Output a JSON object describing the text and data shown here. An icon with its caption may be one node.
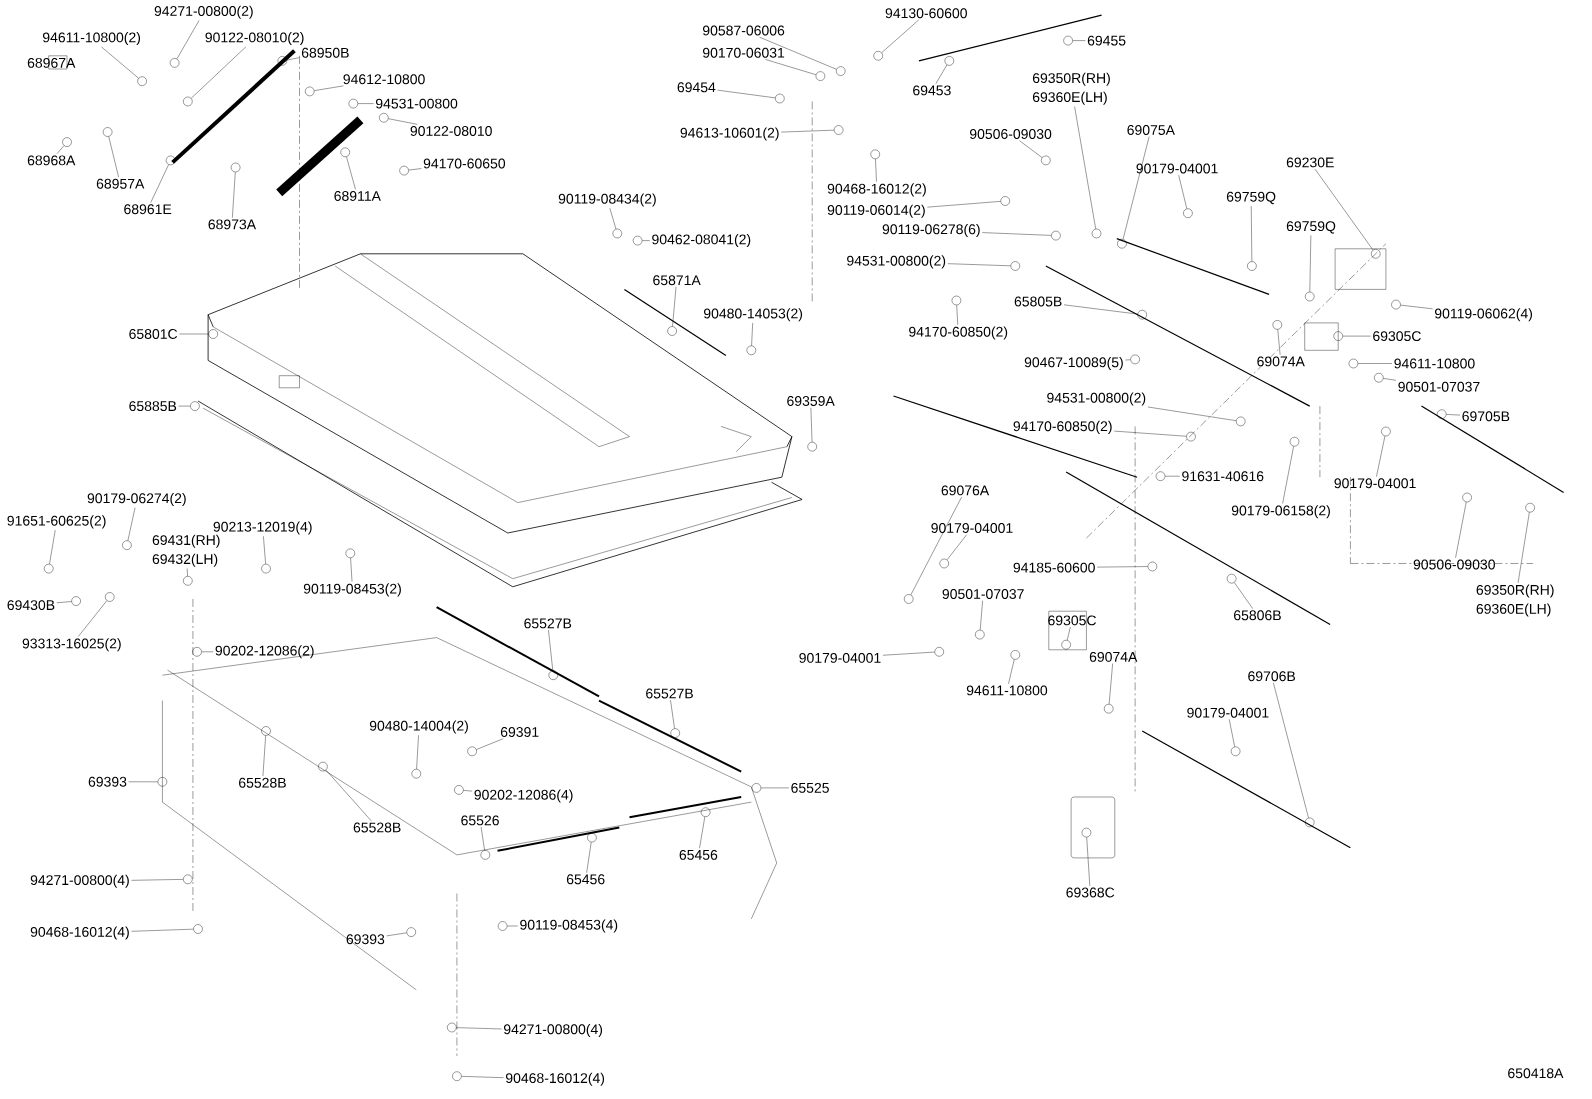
{
  "diagram": {
    "nodes": [
      {
        "text": [
          "94130-60600"
        ]
      },
      {
        "text": [
          "94271-00800(2)"
        ]
      },
      {
        "text": [
          "90587-06006"
        ]
      },
      {
        "text": [
          "94611-10800(2)"
        ]
      },
      {
        "text": [
          "90122-08010(2)"
        ]
      },
      {
        "text": [
          "69455"
        ]
      },
      {
        "text": [
          "68950B"
        ]
      },
      {
        "text": [
          "90170-06031"
        ]
      },
      {
        "text": [
          "94612-10800"
        ]
      },
      {
        "text": [
          "69350R(RH)",
          "69360E(LH)"
        ]
      },
      {
        "text": [
          "69454"
        ]
      },
      {
        "text": [
          "69453"
        ]
      },
      {
        "text": [
          "94531-00800"
        ]
      },
      {
        "text": [
          "69075A"
        ]
      },
      {
        "text": [
          "90122-08010"
        ]
      },
      {
        "text": [
          "94613-10601(2)"
        ]
      },
      {
        "text": [
          "90506-09030"
        ]
      },
      {
        "text": [
          "68968A"
        ]
      },
      {
        "text": [
          "69230E"
        ]
      },
      {
        "text": [
          "94170-60650"
        ]
      },
      {
        "text": [
          "90179-04001"
        ]
      },
      {
        "text": [
          "68957A"
        ]
      },
      {
        "text": [
          "90468-16012(2)"
        ]
      },
      {
        "text": [
          "68911A"
        ]
      },
      {
        "text": [
          "69759Q"
        ]
      },
      {
        "text": [
          "90119-08434(2)"
        ]
      },
      {
        "text": [
          "68961E"
        ]
      },
      {
        "text": [
          "90119-06014(2)"
        ]
      },
      {
        "text": [
          "68973A"
        ]
      },
      {
        "text": [
          "69759Q"
        ]
      },
      {
        "text": [
          "90119-06278(6)"
        ]
      },
      {
        "text": [
          "90462-08041(2)"
        ]
      },
      {
        "text": [
          "94531-00800(2)"
        ]
      },
      {
        "text": [
          "65871A"
        ]
      },
      {
        "text": [
          "65805B"
        ]
      },
      {
        "text": [
          "90480-14053(2)"
        ]
      },
      {
        "text": [
          "90119-06062(4)"
        ]
      },
      {
        "text": [
          "65801C"
        ]
      },
      {
        "text": [
          "94170-60850(2)"
        ]
      },
      {
        "text": [
          "69305C"
        ]
      },
      {
        "text": [
          "90467-10089(5)"
        ]
      },
      {
        "text": [
          "69074A"
        ]
      },
      {
        "text": [
          "94611-10800"
        ]
      },
      {
        "text": [
          "90501-07037"
        ]
      },
      {
        "text": [
          "69359A"
        ]
      },
      {
        "text": [
          "94531-00800(2)"
        ]
      },
      {
        "text": [
          "65885B"
        ]
      },
      {
        "text": [
          "69705B"
        ]
      },
      {
        "text": [
          "94170-60850(2)"
        ]
      },
      {
        "text": [
          "91631-40616"
        ]
      },
      {
        "text": [
          "90179-04001"
        ]
      },
      {
        "text": [
          "69076A"
        ]
      },
      {
        "text": [
          "90179-06274(2)"
        ]
      },
      {
        "text": [
          "90179-06158(2)"
        ]
      },
      {
        "text": [
          "91651-60625(2)"
        ]
      },
      {
        "text": [
          "90213-12019(4)"
        ]
      },
      {
        "text": [
          "90179-04001"
        ]
      },
      {
        "text": [
          "69431(RH)",
          "69432(LH)"
        ]
      },
      {
        "text": [
          "94185-60600"
        ]
      },
      {
        "text": [
          "90506-09030"
        ]
      },
      {
        "text": [
          "90119-08453(2)"
        ]
      },
      {
        "text": [
          "90501-07037"
        ]
      },
      {
        "text": [
          "69350R(RH)",
          "69360E(LH)"
        ]
      },
      {
        "text": [
          "69430B"
        ]
      },
      {
        "text": [
          "69305C"
        ]
      },
      {
        "text": [
          "65806B"
        ]
      },
      {
        "text": [
          "65527B"
        ]
      },
      {
        "text": [
          "93313-16025(2)"
        ]
      },
      {
        "text": [
          "90202-12086(2)"
        ]
      },
      {
        "text": [
          "90179-04001"
        ]
      },
      {
        "text": [
          "69074A"
        ]
      },
      {
        "text": [
          "69706B"
        ]
      },
      {
        "text": [
          "65527B"
        ]
      },
      {
        "text": [
          "94611-10800"
        ]
      },
      {
        "text": [
          "90179-04001"
        ]
      },
      {
        "text": [
          "90480-14004(2)"
        ]
      },
      {
        "text": [
          "69391"
        ]
      },
      {
        "text": [
          "69393"
        ]
      },
      {
        "text": [
          "65528B"
        ]
      },
      {
        "text": [
          "65525"
        ]
      },
      {
        "text": [
          "90202-12086(4)"
        ]
      },
      {
        "text": [
          "65526"
        ]
      },
      {
        "text": [
          "65528B"
        ]
      },
      {
        "text": [
          "65456"
        ]
      },
      {
        "text": [
          "94271-00800(4)"
        ]
      },
      {
        "text": [
          "65456"
        ]
      },
      {
        "text": [
          "69368C"
        ]
      },
      {
        "text": [
          "90468-16012(4)"
        ]
      },
      {
        "text": [
          "69393"
        ]
      },
      {
        "text": [
          "90119-08453(4)"
        ]
      },
      {
        "text": [
          "94271-00800(4)"
        ]
      },
      {
        "text": [
          "90468-16012(4)"
        ]
      },
      {
        "text": [],
        "shape": "circle"
      },
      {
        "text": [],
        "shape": "circle"
      },
      {
        "text": [],
        "shape": "circle"
      },
      {
        "text": [],
        "shape": "circle"
      },
      {
        "text": [],
        "shape": "circle"
      },
      {
        "text": [],
        "shape": "circle"
      },
      {
        "text": [],
        "shape": "circle"
      },
      {
        "text": [],
        "shape": "circle"
      },
      {
        "text": [],
        "shape": "circle"
      },
      {
        "text": [],
        "shape": "circle"
      },
      {
        "text": [],
        "shape": "circle"
      },
      {
        "text": [],
        "shape": "circle"
      },
      {
        "text": [],
        "shape": "circle"
      },
      {
        "text": [],
        "shape": "circle"
      },
      {
        "text": [],
        "shape": "circle"
      },
      {
        "text": [],
        "shape": "circle"
      },
      {
        "text": [],
        "shape": "circle"
      },
      {
        "text": [],
        "shape": "circle"
      },
      {
        "text": [],
        "shape": "circle"
      },
      {
        "text": [],
        "shape": "circle"
      },
      {
        "text": [],
        "shape": "circle"
      },
      {
        "text": [],
        "shape": "circle"
      },
      {
        "text": [],
        "shape": "circle"
      },
      {
        "text": [],
        "shape": "circle"
      },
      {
        "text": [],
        "shape": "circle"
      },
      {
        "text": [],
        "shape": "circle"
      },
      {
        "text": [],
        "shape": "circle"
      },
      {
        "text": [],
        "shape": "circle"
      },
      {
        "text": [],
        "shape": "circle"
      },
      {
        "text": [],
        "shape": "circle"
      },
      {
        "text": [],
        "shape": "circle"
      },
      {
        "text": [],
        "shape": "circle"
      },
      {
        "text": [],
        "shape": "circle"
      },
      {
        "text": [],
        "shape": "circle"
      },
      {
        "text": [],
        "shape": "circle"
      },
      {
        "text": [],
        "shape": "circle"
      },
      {
        "text": [],
        "shape": "circle"
      },
      {
        "text": [],
        "shape": "circle"
      },
      {
        "text": [],
        "shape": "circle"
      },
      {
        "text": [],
        "shape": "circle"
      },
      {
        "text": [],
        "shape": "circle"
      },
      {
        "text": [],
        "shape": "circle"
      },
      {
        "text": [],
        "shape": "circle"
      },
      {
        "text": [],
        "shape": "circle"
      },
      {
        "text": [],
        "shape": "circle"
      },
      {
        "text": [],
        "shape": "circle"
      },
      {
        "text": [],
        "shape": "circle"
      },
      {
        "text": [],
        "shape": "circle"
      },
      {
        "text": [],
        "shape": "circle"
      },
      {
        "text": [],
        "shape": "circle"
      },
      {
        "text": [],
        "shape": "circle"
      },
      {
        "text": [],
        "shape": "circle"
      },
      {
        "text": [],
        "shape": "circle"
      },
      {
        "text": [],
        "shape": "circle"
      },
      {
        "text": [],
        "shape": "circle"
      },
      {
        "text": [],
        "shape": "circle"
      },
      {
        "text": [],
        "shape": "circle"
      },
      {
        "text": [],
        "shape": "circle"
      },
      {
        "text": [],
        "shape": "circle"
      },
      {
        "text": [],
        "shape": "circle"
      },
      {
        "text": [],
        "shape": "circle"
      },
      {
        "text": [],
        "shape": "circle"
      },
      {
        "text": [],
        "shape": "circle"
      },
      {
        "text": [],
        "shape": "circle"
      },
      {
        "text": [],
        "shape": "circle"
      },
      {
        "text": [],
        "shape": "circle"
      },
      {
        "text": [],
        "shape": "circle"
      },
      {
        "text": [],
        "shape": "circle"
      },
      {
        "text": [],
        "shape": "circle"
      },
      {
        "text": [],
        "shape": "circle"
      },
      {
        "text": [],
        "shape": "circle"
      },
      {
        "text": [],
        "shape": "circle"
      },
      {
        "text": [],
        "shape": "circle"
      },
      {
        "text": [],
        "shape": "circle"
      },
      {
        "text": [],
        "shape": "circle"
      },
      {
        "text": [],
        "shape": "circle"
      },
      {
        "text": [],
        "shape": "circle"
      },
      {
        "text": [],
        "shape": "circle"
      },
      {
        "text": [],
        "shape": "circle"
      },
      {
        "text": [],
        "shape": "circle"
      },
      {
        "text": [],
        "shape": "circle"
      },
      {
        "text": [],
        "shape": "circle"
      },
      {
        "text": [],
        "shape": "circle"
      },
      {
        "text": [],
        "shape": "circle"
      },
      {
        "text": [],
        "shape": "circle"
      },
      {
        "text": [],
        "shape": "circle"
      },
      {
        "text": [],
        "shape": "circle"
      },
      {
        "text": [],
        "shape": "circle"
      },
      {
        "text": [],
        "shape": "circle"
      },
      {
        "text": [],
        "shape": "circle"
      },
      {
        "text": [],
        "shape": "circle"
      },
      {
        "text": [],
        "shape": "circle"
      }
    ],
    "edges": [
      {
        "from": 0,
        "to": 92,
        "arrow": "none"
      },
      {
        "from": 1,
        "to": 93,
        "arrow": "none"
      },
      {
        "from": 2,
        "to": 94,
        "arrow": "none"
      },
      {
        "from": 3,
        "to": 95,
        "arrow": "none"
      },
      {
        "from": 4,
        "to": 96,
        "arrow": "none"
      },
      {
        "from": 5,
        "to": 97,
        "arrow": "none"
      },
      {
        "from": 6,
        "to": 98,
        "arrow": "none"
      },
      {
        "from": 7,
        "to": 99,
        "arrow": "none"
      },
      {
        "from": 8,
        "to": 100,
        "arrow": "none"
      },
      {
        "from": 9,
        "to": 101,
        "arrow": "none"
      },
      {
        "from": 10,
        "to": 102,
        "arrow": "none"
      },
      {
        "from": 11,
        "to": 103,
        "arrow": "none"
      },
      {
        "from": 12,
        "to": 104,
        "arrow": "none"
      },
      {
        "from": 13,
        "to": 105,
        "arrow": "none"
      },
      {
        "from": 14,
        "to": 106,
        "arrow": "none"
      },
      {
        "from": 15,
        "to": 107,
        "arrow": "none"
      },
      {
        "from": 16,
        "to": 108,
        "arrow": "none"
      },
      {
        "from": 17,
        "to": 109,
        "arrow": "none"
      },
      {
        "from": 18,
        "to": 110,
        "arrow": "none"
      },
      {
        "from": 19,
        "to": 111,
        "arrow": "none"
      },
      {
        "from": 20,
        "to": 112,
        "arrow": "none"
      },
      {
        "from": 21,
        "to": 113,
        "arrow": "none"
      },
      {
        "from": 22,
        "to": 114,
        "arrow": "none"
      },
      {
        "from": 23,
        "to": 115,
        "arrow": "none"
      },
      {
        "from": 24,
        "to": 116,
        "arrow": "none"
      },
      {
        "from": 25,
        "to": 117,
        "arrow": "none"
      },
      {
        "from": 26,
        "to": 118,
        "arrow": "none"
      },
      {
        "from": 27,
        "to": 119,
        "arrow": "none"
      },
      {
        "from": 28,
        "to": 120,
        "arrow": "none"
      },
      {
        "from": 29,
        "to": 121,
        "arrow": "none"
      },
      {
        "from": 30,
        "to": 122,
        "arrow": "none"
      },
      {
        "from": 31,
        "to": 123,
        "arrow": "none"
      },
      {
        "from": 32,
        "to": 124,
        "arrow": "none"
      },
      {
        "from": 33,
        "to": 125,
        "arrow": "none"
      },
      {
        "from": 34,
        "to": 126,
        "arrow": "none"
      },
      {
        "from": 35,
        "to": 127,
        "arrow": "none"
      },
      {
        "from": 36,
        "to": 128,
        "arrow": "none"
      },
      {
        "from": 37,
        "to": 129,
        "arrow": "none"
      },
      {
        "from": 38,
        "to": 130,
        "arrow": "none"
      },
      {
        "from": 39,
        "to": 131,
        "arrow": "none"
      },
      {
        "from": 40,
        "to": 132,
        "arrow": "none"
      },
      {
        "from": 41,
        "to": 133,
        "arrow": "none"
      },
      {
        "from": 42,
        "to": 134,
        "arrow": "none"
      },
      {
        "from": 43,
        "to": 135,
        "arrow": "none"
      },
      {
        "from": 44,
        "to": 136,
        "arrow": "none"
      },
      {
        "from": 45,
        "to": 137,
        "arrow": "none"
      },
      {
        "from": 46,
        "to": 138,
        "arrow": "none"
      },
      {
        "from": 47,
        "to": 139,
        "arrow": "none"
      },
      {
        "from": 48,
        "to": 140,
        "arrow": "none"
      },
      {
        "from": 49,
        "to": 141,
        "arrow": "none"
      },
      {
        "from": 50,
        "to": 142,
        "arrow": "none"
      },
      {
        "from": 51,
        "to": 143,
        "arrow": "none"
      },
      {
        "from": 52,
        "to": 144,
        "arrow": "none"
      },
      {
        "from": 53,
        "to": 145,
        "arrow": "none"
      },
      {
        "from": 54,
        "to": 146,
        "arrow": "none"
      },
      {
        "from": 55,
        "to": 147,
        "arrow": "none"
      },
      {
        "from": 56,
        "to": 148,
        "arrow": "none"
      },
      {
        "from": 57,
        "to": 149,
        "arrow": "none"
      },
      {
        "from": 58,
        "to": 150,
        "arrow": "none"
      },
      {
        "from": 59,
        "to": 151,
        "arrow": "none"
      },
      {
        "from": 60,
        "to": 152,
        "arrow": "none"
      },
      {
        "from": 61,
        "to": 153,
        "arrow": "none"
      },
      {
        "from": 62,
        "to": 154,
        "arrow": "none"
      },
      {
        "from": 63,
        "to": 155,
        "arrow": "none"
      },
      {
        "from": 64,
        "to": 156,
        "arrow": "none"
      },
      {
        "from": 65,
        "to": 157,
        "arrow": "none"
      },
      {
        "from": 66,
        "to": 158,
        "arrow": "none"
      },
      {
        "from": 67,
        "to": 159,
        "arrow": "none"
      },
      {
        "from": 68,
        "to": 160,
        "arrow": "none"
      },
      {
        "from": 69,
        "to": 161,
        "arrow": "none"
      },
      {
        "from": 70,
        "to": 162,
        "arrow": "none"
      },
      {
        "from": 71,
        "to": 163,
        "arrow": "none"
      },
      {
        "from": 72,
        "to": 164,
        "arrow": "none"
      },
      {
        "from": 73,
        "to": 165,
        "arrow": "none"
      },
      {
        "from": 74,
        "to": 166,
        "arrow": "none"
      },
      {
        "from": 75,
        "to": 167,
        "arrow": "none"
      },
      {
        "from": 76,
        "to": 168,
        "arrow": "none"
      },
      {
        "from": 77,
        "to": 169,
        "arrow": "none"
      },
      {
        "from": 78,
        "to": 170,
        "arrow": "none"
      },
      {
        "from": 79,
        "to": 171,
        "arrow": "none"
      },
      {
        "from": 80,
        "to": 172,
        "arrow": "none"
      },
      {
        "from": 81,
        "to": 173,
        "arrow": "none"
      },
      {
        "from": 82,
        "to": 174,
        "arrow": "none"
      },
      {
        "from": 83,
        "to": 175,
        "arrow": "none"
      },
      {
        "from": 84,
        "to": 176,
        "arrow": "none"
      },
      {
        "from": 85,
        "to": 177,
        "arrow": "none"
      },
      {
        "from": 86,
        "to": 178,
        "arrow": "none"
      },
      {
        "from": 87,
        "to": 179,
        "arrow": "none"
      },
      {
        "from": 88,
        "to": 180,
        "arrow": "none"
      },
      {
        "from": 89,
        "to": 181,
        "arrow": "none"
      },
      {
        "from": 90,
        "to": 182,
        "arrow": "none"
      },
      {
        "from": 91,
        "to": 183,
        "arrow": "none"
      }
    ],
    "labels": [
      "68967A",
      "650418A"
    ]
  }
}
